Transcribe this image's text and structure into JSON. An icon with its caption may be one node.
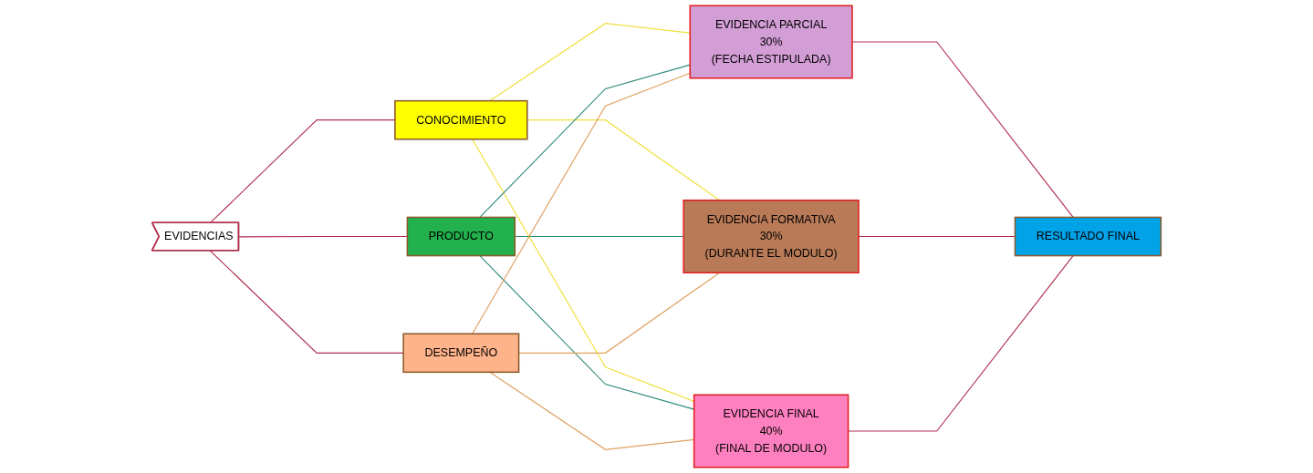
{
  "diagram": {
    "nodes": [
      {
        "text": [
          "EVIDENCIAS"
        ]
      },
      {
        "text": [
          "CONOCIMIENTO"
        ]
      },
      {
        "text": [
          "PRODUCTO"
        ]
      },
      {
        "text": [
          "DESEMPEÑO"
        ]
      },
      {
        "text": [
          "EVIDENCIA PARCIAL",
          "30%",
          "(FECHA ESTIPULADA)"
        ]
      },
      {
        "text": [
          "EVIDENCIA FORMATIVA",
          "30%",
          "(DURANTE EL MODULO)"
        ]
      },
      {
        "text": [
          "EVIDENCIA FINAL",
          "40%",
          "(FINAL DE MODULO)"
        ]
      },
      {
        "text": [
          "RESULTADO FINAL"
        ]
      }
    ],
    "edges": [
      {
        "from": 0,
        "to": 1,
        "arrow": "none"
      },
      {
        "from": 0,
        "to": 2,
        "arrow": "none"
      },
      {
        "from": 0,
        "to": 3,
        "arrow": "none"
      },
      {
        "from": 1,
        "to": 4,
        "arrow": "none",
        "color": "#f0e040"
      },
      {
        "from": 1,
        "to": 5,
        "arrow": "none",
        "color": "#f0e040"
      },
      {
        "from": 1,
        "to": 6,
        "arrow": "none",
        "color": "#f0e040"
      },
      {
        "from": 2,
        "to": 4,
        "arrow": "none",
        "color": "#2e8b7a"
      },
      {
        "from": 2,
        "to": 5,
        "arrow": "none",
        "color": "#2e8b7a"
      },
      {
        "from": 2,
        "to": 6,
        "arrow": "none",
        "color": "#2e8b7a"
      },
      {
        "from": 3,
        "to": 4,
        "arrow": "none",
        "color": "#e0a060"
      },
      {
        "from": 3,
        "to": 5,
        "arrow": "none",
        "color": "#e0a060"
      },
      {
        "from": 3,
        "to": 6,
        "arrow": "none",
        "color": "#e0a060"
      },
      {
        "from": 4,
        "to": 7,
        "arrow": "none"
      },
      {
        "from": 5,
        "to": 7,
        "arrow": "none"
      },
      {
        "from": 6,
        "to": 7,
        "arrow": "none"
      }
    ]
  }
}
